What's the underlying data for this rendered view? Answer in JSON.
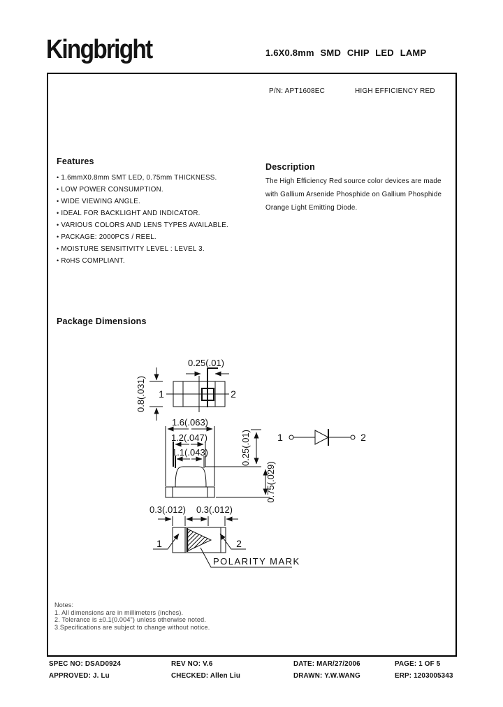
{
  "header": {
    "logo": "Kingbright",
    "doc_title": "1.6X0.8mm SMD CHIP LED LAMP"
  },
  "part": {
    "pn": "P/N: APT1608EC",
    "color": "HIGH EFFICIENCY RED"
  },
  "features": {
    "heading": "Features",
    "items": [
      "1.6mmX0.8mm SMT LED, 0.75mm THICKNESS.",
      "LOW POWER CONSUMPTION.",
      "WIDE VIEWING ANGLE.",
      "IDEAL FOR BACKLIGHT AND INDICATOR.",
      "VARIOUS COLORS AND LENS TYPES AVAILABLE.",
      "PACKAGE: 2000PCS / REEL.",
      "MOISTURE SENSITIVITY LEVEL : LEVEL 3.",
      "RoHS COMPLIANT."
    ]
  },
  "description": {
    "heading": "Description",
    "lines": [
      "The High Efficiency Red source color devices are made",
      "with Gallium Arsenide Phosphide on Gallium Phosphide",
      "Orange Light Emitting Diode."
    ]
  },
  "dimensions": {
    "heading": "Package Dimensions",
    "top_view": {
      "dim_chip": "0.25(.01)",
      "dim_height": "0.8(.031)",
      "pin1": "1",
      "pin2": "2"
    },
    "side_view": {
      "dim_outer": "1.6(.063)",
      "dim_mid": "1.2(.047)",
      "dim_inner": "1.1(.043)",
      "dim_upper": "0.25(.01)",
      "dim_overall": "0.75(.029)"
    },
    "schematic": {
      "pin1": "1",
      "pin2": "2"
    },
    "bottom_view": {
      "dim_left": "0.3(.012)",
      "dim_right": "0.3(.012)",
      "pin1": "1",
      "pin2": "2",
      "polarity": "POLARITY MARK"
    }
  },
  "notes": {
    "title": "Notes:",
    "lines": [
      "1. All dimensions are in millimeters (inches).",
      "2. Tolerance is ±0.1(0.004\") unless otherwise noted.",
      "3.Specifications are subject to change without notice."
    ]
  },
  "footer": {
    "spec_no": "SPEC NO: DSAD0924",
    "rev_no": "REV NO: V.6",
    "date": "DATE: MAR/27/2006",
    "page": "PAGE: 1 OF 5",
    "approved": "APPROVED: J. Lu",
    "checked": "CHECKED: Allen Liu",
    "drawn": "DRAWN: Y.W.WANG",
    "erp": "ERP: 1203005343"
  }
}
